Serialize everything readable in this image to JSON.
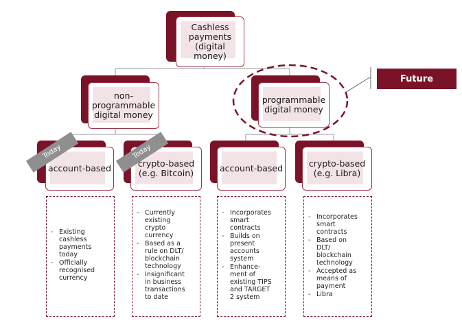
{
  "root": {
    "label": "Cashless\npayments\n(digital\nmoney)"
  },
  "level2": {
    "left": "non-\nprogrammable\ndigital money",
    "right": "programmable\ndigital money"
  },
  "future_label": "Future",
  "today_tag": "Today",
  "leaves": [
    {
      "label": "account-based",
      "bullets": [
        "Existing\ncashless\npayments\ntoday",
        "Officially\nrecognised\ncurrency"
      ]
    },
    {
      "label": "crypto-based\n(e.g. Bitcoin)",
      "bullets": [
        "Currently\nexisting\ncrypto\ncurrency",
        "Based as a\nrule on DLT/\nblockchain\ntechnology",
        "Insignificant\nin business\ntransactions\nto date"
      ]
    },
    {
      "label": "account-based",
      "bullets": [
        "Incorporates\nsmart\ncontracts",
        "Builds on\npresent\naccounts\nsystem",
        "Enhance-\nment of\nexisting TIPS\nand TARGET\n2 system"
      ]
    },
    {
      "label": "crypto-based\n(e.g. Libra)",
      "bullets": [
        "Incorporates\nsmart\ncontracts",
        "Based on\nDLT/\nblockchain\ntechnology",
        "Accepted as\nmeans of\npayment",
        "Libra"
      ]
    }
  ]
}
